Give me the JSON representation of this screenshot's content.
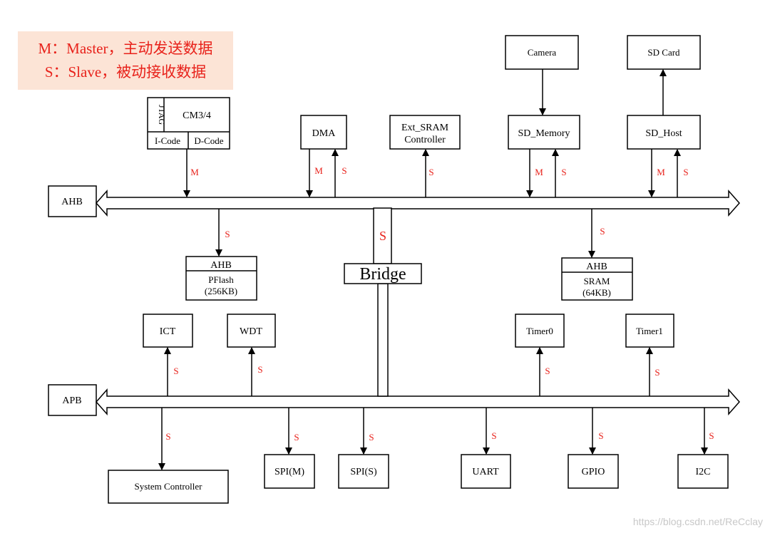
{
  "legend": {
    "master": "M：Master，主动发送数据",
    "slave": "S：Slave，被动接收数据"
  },
  "buses": {
    "ahb": "AHB",
    "apb": "APB"
  },
  "bridge": {
    "label": "Bridge",
    "port": "S"
  },
  "cpu": {
    "title": "CM3/4",
    "jtag": "JTAG",
    "icode": "I-Code",
    "dcode": "D-Code"
  },
  "nodes": {
    "dma": "DMA",
    "ext_sram_1": "Ext_SRAM",
    "ext_sram_2": "Controller",
    "camera": "Camera",
    "sd_card": "SD Card",
    "sd_memory": "SD_Memory",
    "sd_host": "SD_Host",
    "pflash_bus": "AHB",
    "pflash_1": "PFlash",
    "pflash_2": "(256KB)",
    "sram_bus": "AHB",
    "sram_1": "SRAM",
    "sram_2": "(64KB)",
    "ict": "ICT",
    "wdt": "WDT",
    "timer0": "Timer0",
    "timer1": "Timer1",
    "system_controller": "System Controller",
    "spi_m": "SPI(M)",
    "spi_s": "SPI(S)",
    "uart": "UART",
    "gpio": "GPIO",
    "i2c": "I2C"
  },
  "ports": {
    "m": "M",
    "s": "S"
  },
  "watermark": "https://blog.csdn.net/ReCclay",
  "colors": {
    "label_red": "#e8221b",
    "legend_bg": "#fce4d6",
    "line": "#000000"
  }
}
